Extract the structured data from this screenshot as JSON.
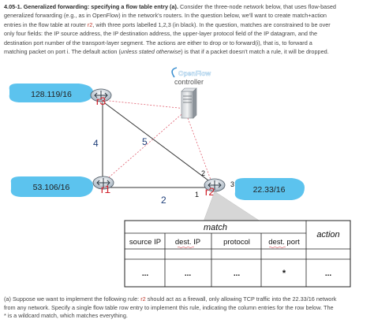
{
  "intro": {
    "heading": "4.05-1. Generalized forwarding: specifying a flow table entry (a).",
    "line1_rest": " Consider the three-node network below, that uses flow-based",
    "line2": "generalized forwarding (e.g., as in OpenFlow) in the network's routers. In the question below, we'll want to create match+action",
    "line3a": "entries in the flow table at router ",
    "router": "r2",
    "line3b": ", with three ports labelled 1,2,3 (in black). In the question, matches are constrained to be over",
    "line4": "only four fields: the IP source address, the IP destination address, the upper-layer protocol field of the IP datagram, and the",
    "line5": "destination port number of the transport-layer segment. The actions are either to drop or to forward(i), that is, to forward a",
    "line6a": "matching packet on port i. The default action (",
    "line6_italic": "unless stated otherwise",
    "line6b": ") is that if a packet doesn't match a rule, it will be dropped."
  },
  "diagram": {
    "controller_logo": "OpenFlow",
    "controller_label": "controller",
    "subnets": [
      "128.119/16",
      "53.106/16",
      "22.33/16"
    ],
    "routers": [
      "r3",
      "r1",
      "r2"
    ],
    "link_labels": [
      "4",
      "5",
      "2"
    ],
    "ports": [
      "1",
      "2",
      "3"
    ],
    "colors": {
      "router_label": "#d0202a",
      "cloud": "#5cc3ee",
      "controller_link": "#e06070",
      "text": "#222222"
    }
  },
  "table": {
    "match_header": "match",
    "action_header": "action",
    "columns": [
      "source IP",
      "dest. IP",
      "protocol",
      "dest. port"
    ],
    "row": [
      "...",
      "...",
      "...",
      "*",
      "..."
    ]
  },
  "footer": {
    "line1a": "(a) Suppose we want to implement the following rule: ",
    "router": "r2",
    "line1b": " should act as a firewall, only allowing TCP traffic into the 22.33/16 network",
    "line2": "from any network. Specify a single flow table row entry to implement this rule, indicating the column entries for the row below. The",
    "line3": "* is a wildcard match, which matches everything."
  }
}
